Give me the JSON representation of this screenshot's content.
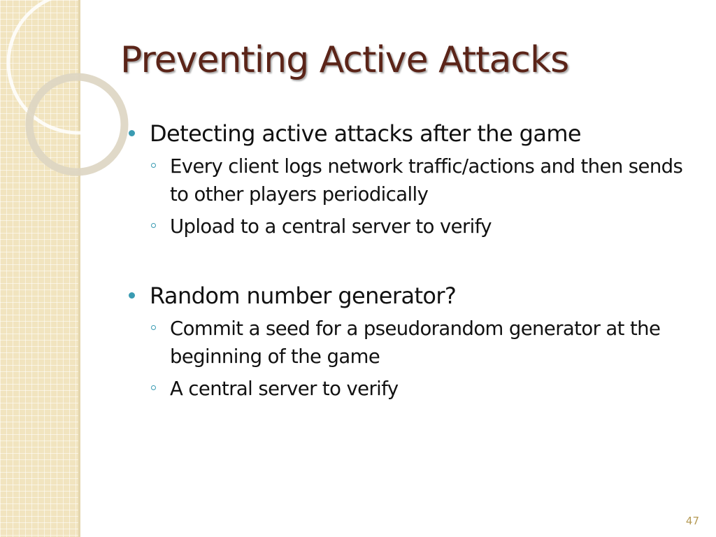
{
  "slide": {
    "title": "Preventing Active Attacks",
    "bullets": [
      {
        "text": "Detecting active attacks after the game",
        "subs": [
          "Every client logs network traffic/actions and then sends to other players periodically",
          "Upload to a central server to verify"
        ]
      },
      {
        "text": "Random number generator?",
        "subs": [
          "Commit a seed for a pseudorandom generator at the beginning of the game",
          "A central server to verify"
        ]
      }
    ],
    "page_number": "47"
  },
  "colors": {
    "title": "#5b2418",
    "bullet_mark": "#3a9bb2",
    "side_panel": "#f1e4bf",
    "page_number": "#b59a55"
  }
}
